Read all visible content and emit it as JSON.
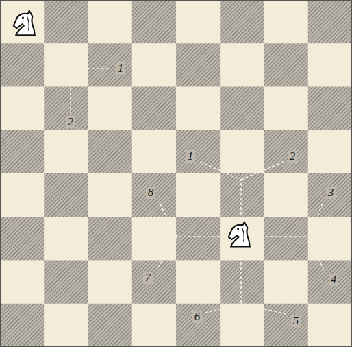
{
  "diagram": {
    "labels": [
      "1",
      "2",
      "1",
      "2",
      "8",
      "3",
      "7",
      "4",
      "6",
      "5"
    ]
  }
}
